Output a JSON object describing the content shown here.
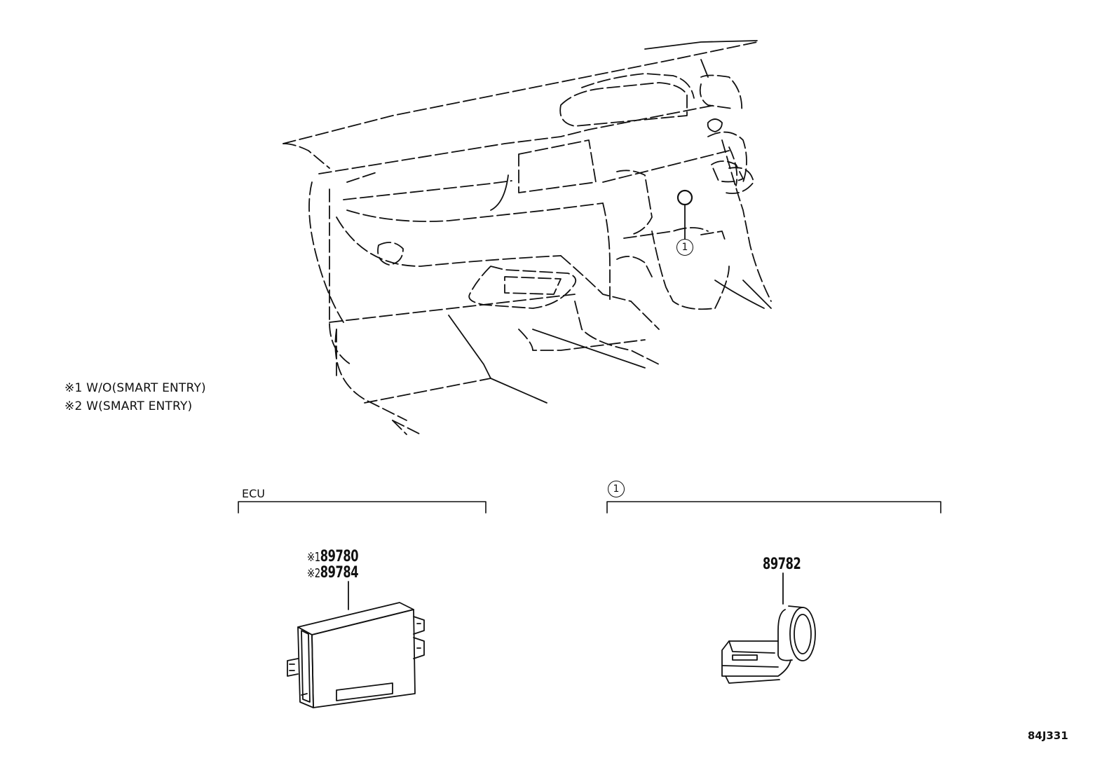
{
  "legend": [
    {
      "mark": "※1",
      "text": "W/O(SMART ENTRY)"
    },
    {
      "mark": "※2",
      "text": "W(SMART ENTRY)"
    }
  ],
  "callout_marker": "1",
  "groups": {
    "ecu": {
      "header": "ECU",
      "parts": [
        {
          "mark": "※1",
          "number": "89780"
        },
        {
          "mark": "※2",
          "number": "89784"
        }
      ]
    },
    "sensor": {
      "header_marker": "1",
      "parts": [
        {
          "number": "89782"
        }
      ]
    }
  },
  "illustration_code": "84J331"
}
